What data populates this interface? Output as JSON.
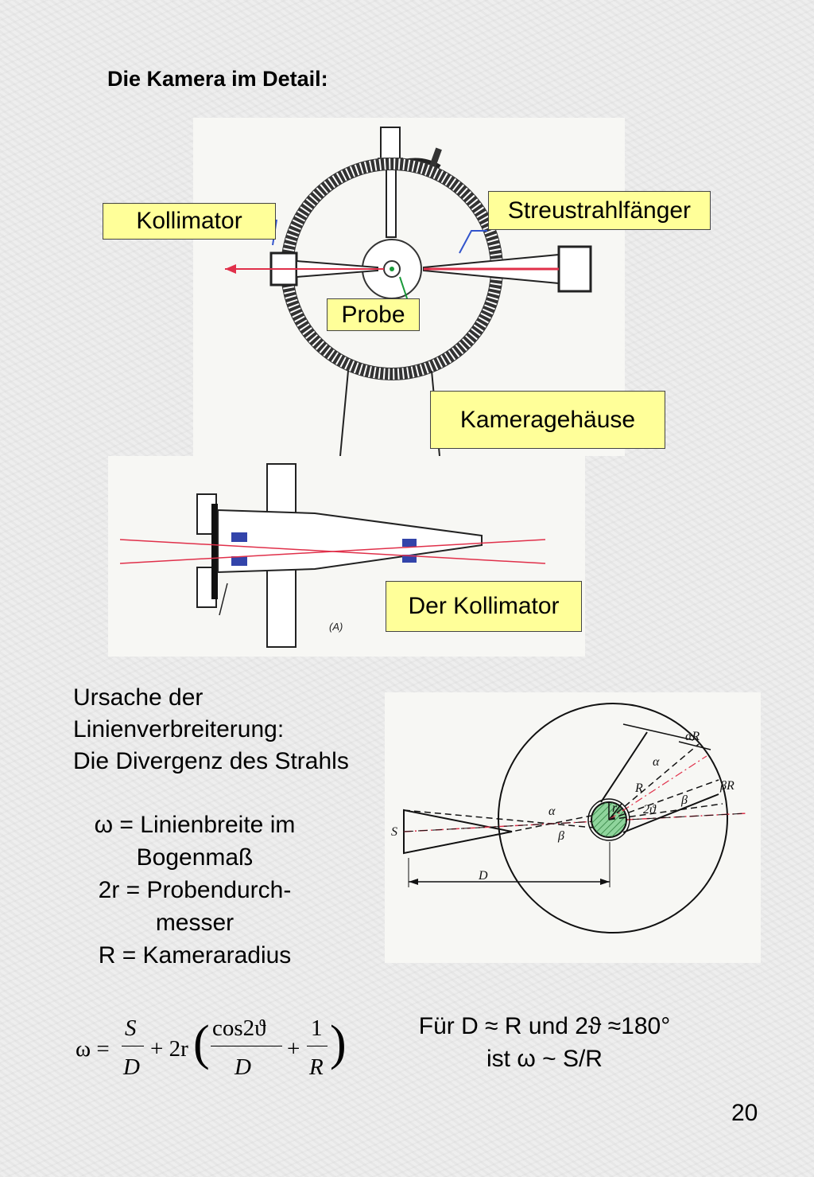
{
  "heading": "Die Kamera im Detail:",
  "labels": {
    "kollimator": "Kollimator",
    "streustrahlfaenger": "Streustrahlfänger",
    "probe": "Probe",
    "kameragehaeuse": "Kameragehäuse",
    "der_kollimator": "Der Kollimator"
  },
  "collimator_figure_tag": "(A)",
  "cause": {
    "line1": "Ursache der",
    "line2": "Linienverbreiterung:",
    "line3": "Die Divergenz des Strahls"
  },
  "legend": {
    "l1": "ω = Linienbreite im",
    "l2": "Bogenmaß",
    "l3": "2r = Probendurch-",
    "l4": "messer",
    "l5": "R = Kameraradius"
  },
  "diagram_labels": {
    "alphaR": "αR",
    "betaR": "βR",
    "alpha": "α",
    "beta": "β",
    "two_theta": "2ϑ",
    "R": "R",
    "r": "r",
    "S": "S",
    "D": "D"
  },
  "formula": {
    "omega": "ω =",
    "S": "S",
    "D1": "D",
    "plus1": "+ 2r",
    "cos": "cos2ϑ",
    "D2": "D",
    "plus2": "+",
    "one": "1",
    "R": "R"
  },
  "condition": {
    "line1": "Für D ≈ R und 2ϑ ≈180°",
    "line2": "ist ω ~ S/R"
  },
  "page_number": "20"
}
